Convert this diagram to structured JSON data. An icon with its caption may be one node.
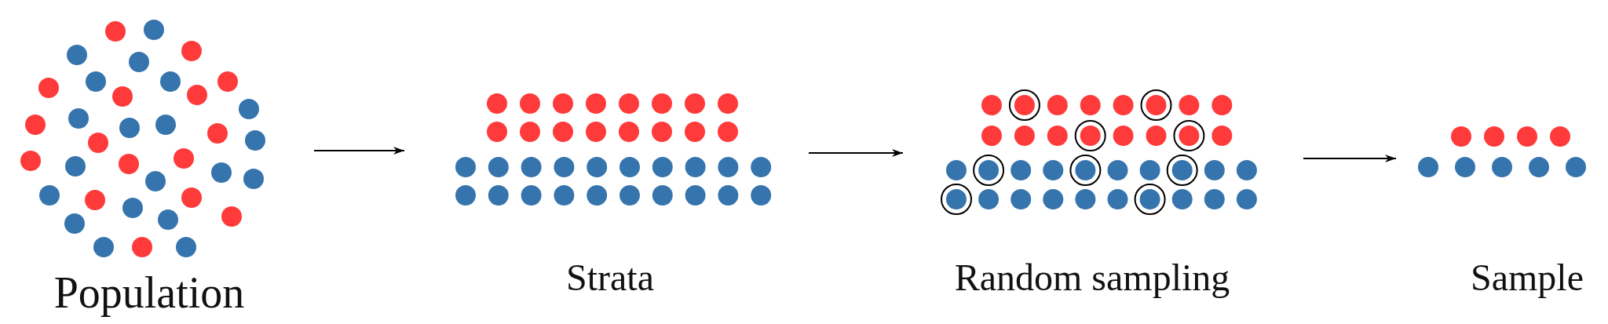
{
  "diagram": {
    "nodes": [
      {
        "text": [
          "Population"
        ]
      },
      {
        "text": [
          "Strata"
        ]
      },
      {
        "text": [
          "Random sampling"
        ]
      },
      {
        "text": [
          "Sample"
        ]
      }
    ],
    "edges": [
      {
        "from": 0,
        "to": 1,
        "arrow": "to"
      },
      {
        "from": 1,
        "to": 2,
        "arrow": "to"
      },
      {
        "from": 2,
        "to": 3,
        "arrow": "to"
      }
    ]
  }
}
